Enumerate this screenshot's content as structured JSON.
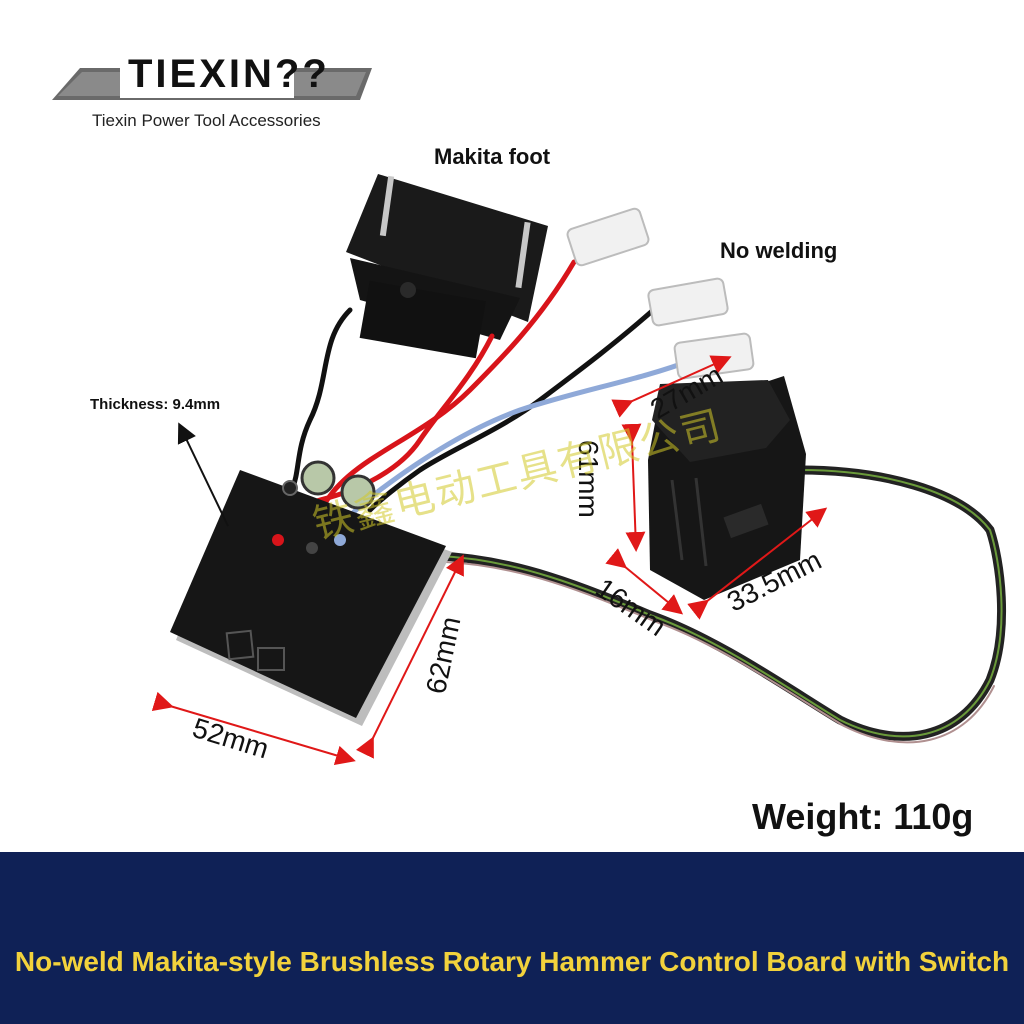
{
  "brand": {
    "logo_text": "TIEXIN",
    "logo_glyphs": "??",
    "tagline": "Tiexin Power Tool Accessories"
  },
  "labels": {
    "makita_foot": "Makita foot",
    "no_welding": "No welding",
    "thickness": "Thickness: 9.4mm",
    "weight": "Weight: 110g"
  },
  "dimensions": {
    "board_width": "52mm",
    "board_length": "62mm",
    "switch_top": "27mm",
    "switch_height": "61mm",
    "switch_depth": "16mm",
    "switch_length": "33.5mm"
  },
  "watermark": "铁鑫电动工具有限公司",
  "banner": {
    "title": "No-weld Makita-style Brushless Rotary Hammer Control Board with Switch"
  },
  "colors": {
    "banner_bg": "#0f2156",
    "banner_text": "#f2d23c",
    "dimension_arrow": "#e01818",
    "wire_red": "#d8141a",
    "wire_blue": "#8fa9d8",
    "wire_black": "#111111"
  }
}
